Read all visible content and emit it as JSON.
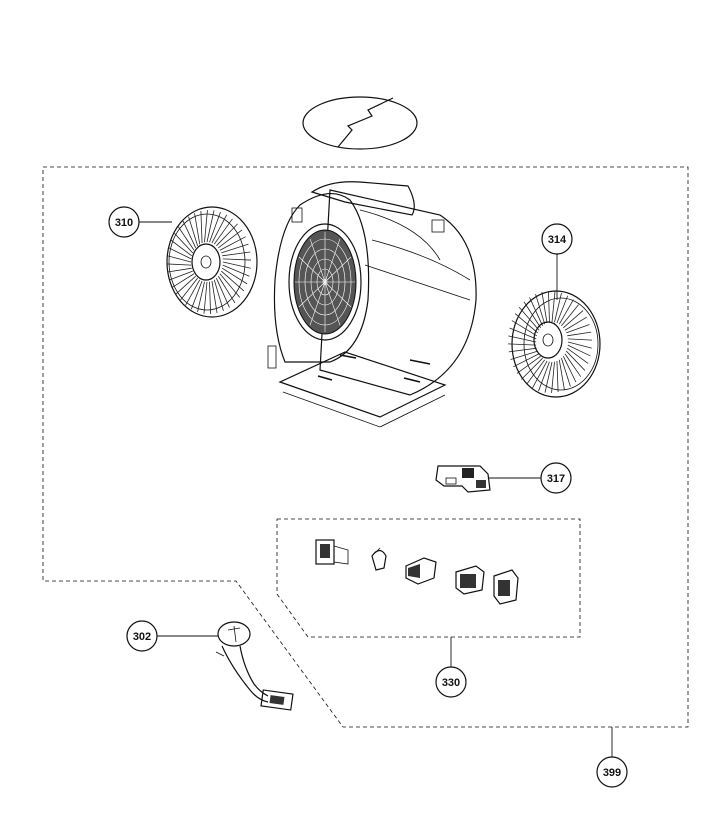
{
  "callouts": [
    {
      "id": "c310",
      "label": "310"
    },
    {
      "id": "c314",
      "label": "314"
    },
    {
      "id": "c317",
      "label": "317"
    },
    {
      "id": "c302",
      "label": "302"
    },
    {
      "id": "c330",
      "label": "330"
    },
    {
      "id": "c399",
      "label": "399"
    }
  ],
  "parts": {
    "blower_wheel_left": "blower-wheel",
    "blower_wheel_right": "blower-wheel",
    "blower_housing": "blower-housing",
    "switch": "switch",
    "connectors": "connector-set",
    "power_cord": "power-cord",
    "break_symbol": "break-line"
  }
}
